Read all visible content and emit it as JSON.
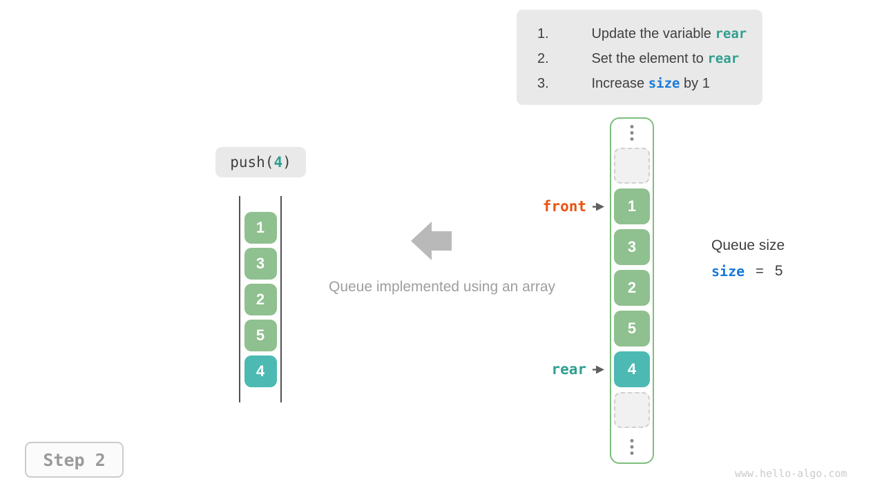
{
  "colors": {
    "cell_green": "#8fc08f",
    "cell_teal": "#4cbab3",
    "code_teal": "#2f9e8f",
    "code_blue": "#1879d8",
    "front_orange": "#e8530e",
    "panel_gray": "#e9e9e9",
    "array_border_green": "#7cbe7c",
    "arrow_gray": "#b9b9b9"
  },
  "steps_panel": {
    "items": [
      {
        "num": "1.",
        "before": "Update the variable ",
        "code": "rear",
        "after": ""
      },
      {
        "num": "2.",
        "before": "Set the element to ",
        "code": "rear",
        "after": ""
      },
      {
        "num": "3.",
        "before": "Increase ",
        "code": "size",
        "after": " by 1"
      }
    ]
  },
  "push_label": {
    "prefix": "push(",
    "arg": "4",
    "suffix": ")"
  },
  "stack": {
    "values": [
      "1",
      "3",
      "2",
      "5",
      "4"
    ]
  },
  "caption": "Queue implemented using an array",
  "queue_array": {
    "cells": [
      {
        "value": ""
      },
      {
        "value": "1"
      },
      {
        "value": "3"
      },
      {
        "value": "2"
      },
      {
        "value": "5"
      },
      {
        "value": "4"
      },
      {
        "value": ""
      }
    ]
  },
  "pointers": {
    "front": "front",
    "rear": "rear"
  },
  "queue_size": {
    "title": "Queue size",
    "variable": "size",
    "operator": "=",
    "value": "5"
  },
  "step_badge": {
    "label": "Step 2"
  },
  "watermark": "www.hello-algo.com"
}
